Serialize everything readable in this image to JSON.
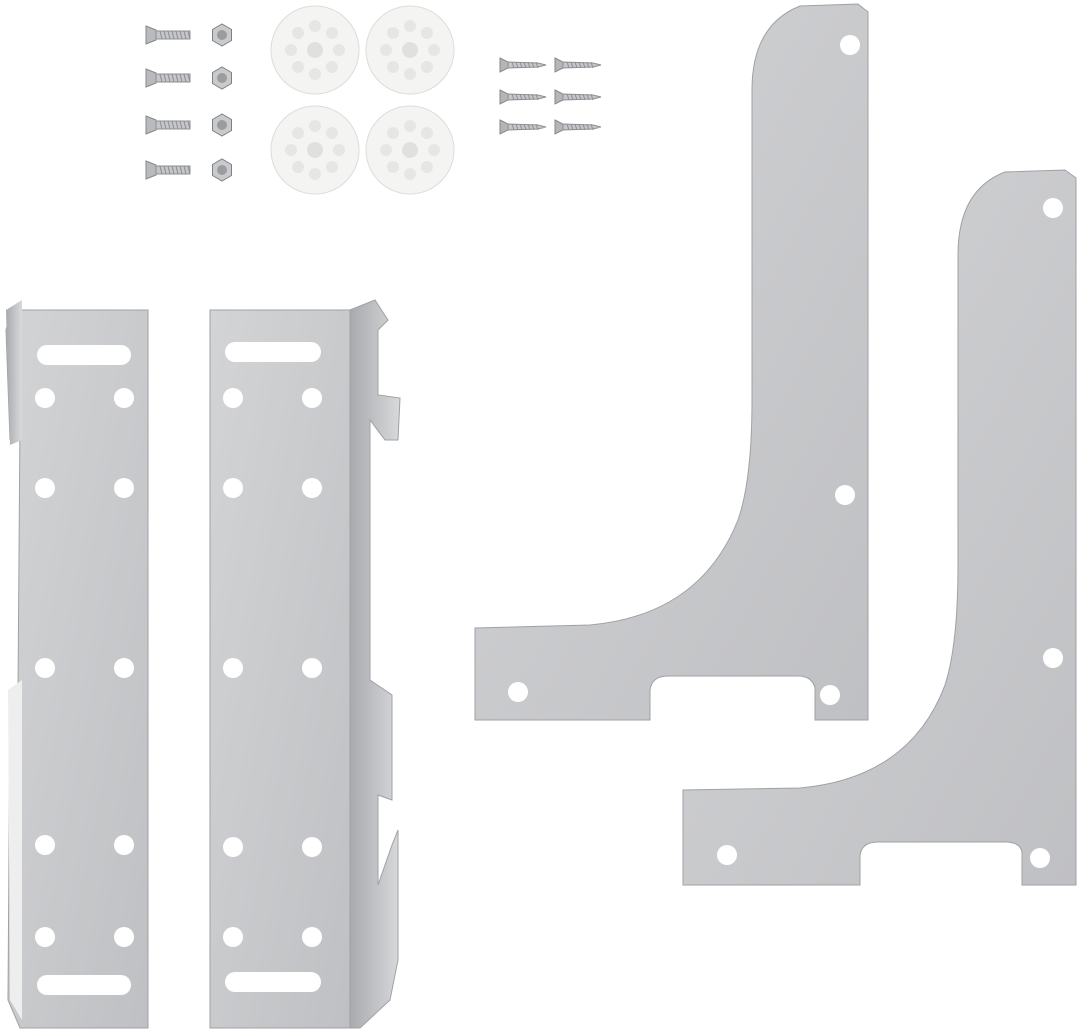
{
  "scene": {
    "background": "#ffffff",
    "metal_color": "#c9cacc",
    "metal_shadow": "#a9abae",
    "plastic_color": "#f4f4f2",
    "hole_color": "#ffffff",
    "items": [
      "machine-screws",
      "hex-nuts",
      "plastic-glides",
      "wood-screws",
      "headboard-brackets",
      "footboard-l-brackets"
    ]
  }
}
